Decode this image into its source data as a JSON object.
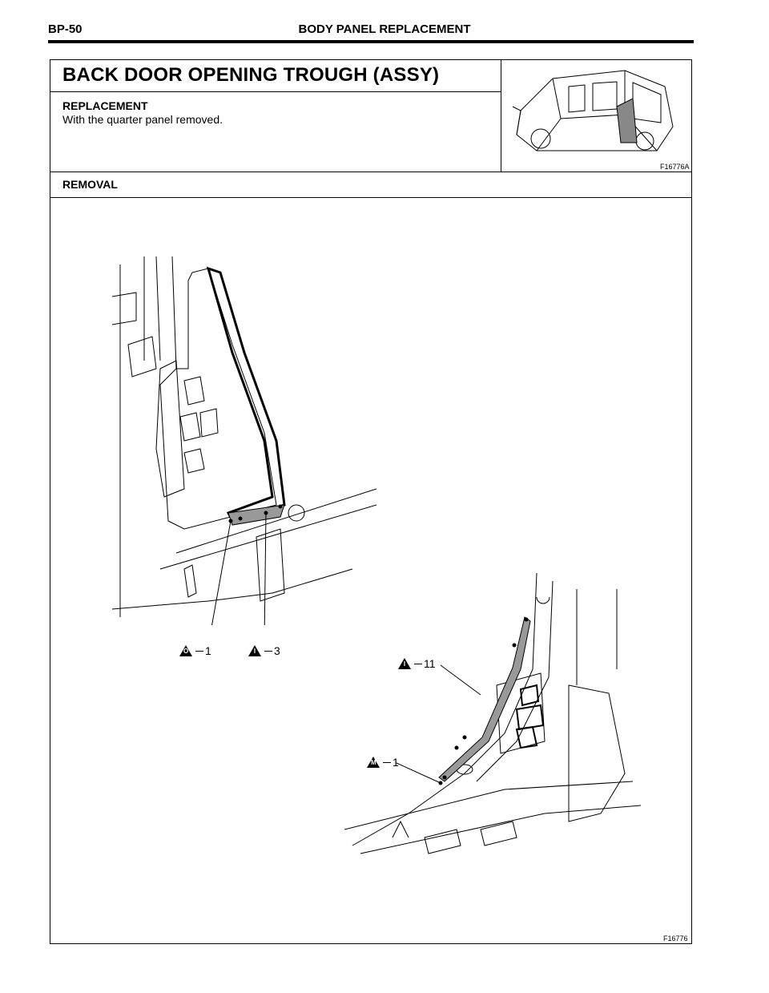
{
  "header": {
    "page_code": "BP-50",
    "section_title": "BODY PANEL REPLACEMENT"
  },
  "content": {
    "title": "BACK DOOR OPENING TROUGH (ASSY)",
    "subheading": "REPLACEMENT",
    "note": "With the quarter panel removed.",
    "section_label": "REMOVAL"
  },
  "figures": {
    "thumbnail_id": "F16776A",
    "main_id": "F16776"
  },
  "callouts": [
    {
      "symbol": "O",
      "count": "1"
    },
    {
      "symbol": "I",
      "count": "3"
    },
    {
      "symbol": "I",
      "count": "11"
    },
    {
      "symbol": "M",
      "count": "1"
    }
  ]
}
